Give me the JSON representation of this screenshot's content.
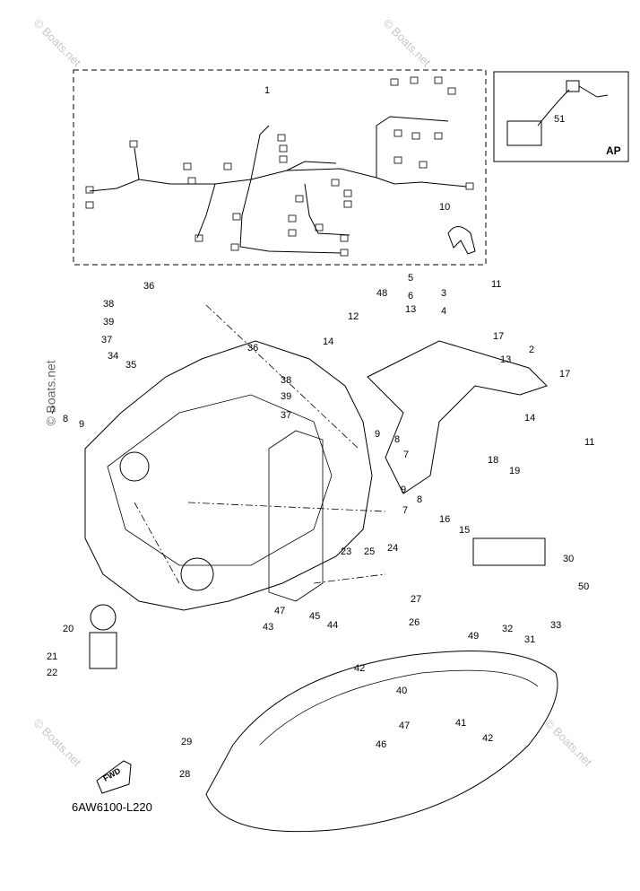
{
  "diagram": {
    "drawing_code": "6AW6100-L220",
    "inset_label": "AP",
    "fwd_label": "FWD",
    "watermark": "© Boats.net",
    "watermark_side": "© Boats.net",
    "callouts": [
      "1",
      "2",
      "3",
      "4",
      "5",
      "6",
      "7",
      "8",
      "9",
      "10",
      "11",
      "12",
      "13",
      "14",
      "15",
      "16",
      "17",
      "18",
      "19",
      "20",
      "21",
      "22",
      "23",
      "24",
      "25",
      "26",
      "27",
      "28",
      "29",
      "30",
      "31",
      "32",
      "33",
      "34",
      "35",
      "36",
      "37",
      "38",
      "39",
      "40",
      "41",
      "42",
      "43",
      "44",
      "45",
      "46",
      "47",
      "48",
      "49",
      "50",
      "51"
    ]
  }
}
